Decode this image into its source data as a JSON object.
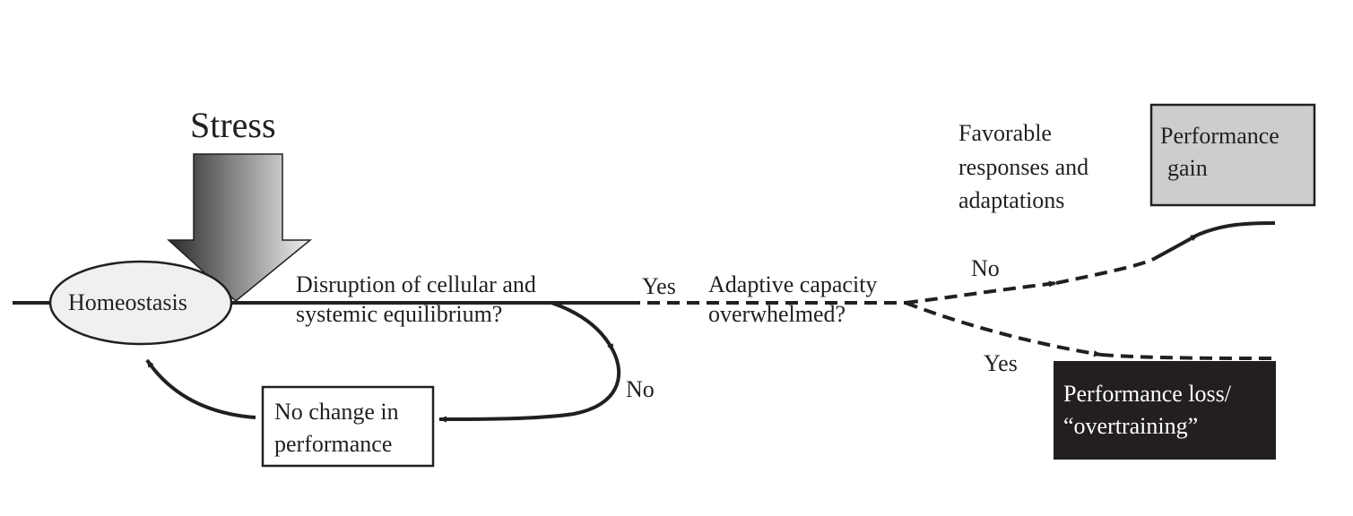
{
  "title": "Stress",
  "nodes": {
    "homeostasis": "Homeostasis",
    "question_disruption": [
      "Disruption of cellular and",
      "systemic equilibrium?"
    ],
    "question_capacity": [
      "Adaptive capacity",
      "overwhelmed?"
    ],
    "no_change_box": [
      "No change in",
      "performance"
    ],
    "favorable_note": [
      "Favorable",
      "responses and",
      "adaptations"
    ],
    "gain_box": [
      "Performance",
      "gain"
    ],
    "loss_box": [
      "Performance loss/",
      "“overtraining”"
    ]
  },
  "edge_labels": {
    "disruption_yes": "Yes",
    "disruption_no": "No",
    "capacity_no": "No",
    "capacity_yes": "Yes"
  },
  "colors": {
    "ink": "#231f20",
    "ellipse_fill": "#f0f0f0",
    "gain_fill": "#cdcdcd",
    "loss_fill": "#231f20",
    "loss_text": "#ffffff",
    "arrow_gradient_dark": "#2a2a2a",
    "arrow_gradient_light": "#f0f0f0"
  }
}
